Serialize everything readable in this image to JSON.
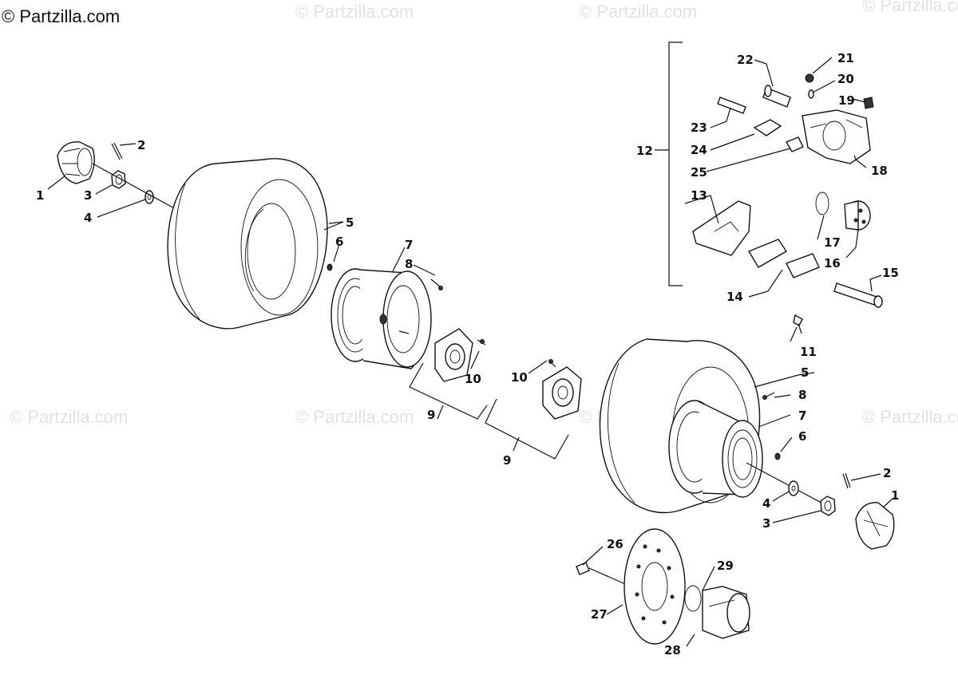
{
  "copyright": "© Partzilla.com",
  "watermark": "© Partzilla.com",
  "callouts": [
    {
      "id": "c1a",
      "text": "1"
    },
    {
      "id": "c2a",
      "text": "2"
    },
    {
      "id": "c3a",
      "text": "3"
    },
    {
      "id": "c4a",
      "text": "4"
    },
    {
      "id": "c5a",
      "text": "5"
    },
    {
      "id": "c6a",
      "text": "6"
    },
    {
      "id": "c7a",
      "text": "7"
    },
    {
      "id": "c8a",
      "text": "8"
    },
    {
      "id": "c9a",
      "text": "9"
    },
    {
      "id": "c10a",
      "text": "10"
    },
    {
      "id": "c10b",
      "text": "10"
    },
    {
      "id": "c9b",
      "text": "9"
    },
    {
      "id": "c11",
      "text": "11"
    },
    {
      "id": "c5b",
      "text": "5"
    },
    {
      "id": "c8b",
      "text": "8"
    },
    {
      "id": "c7b",
      "text": "7"
    },
    {
      "id": "c6b",
      "text": "6"
    },
    {
      "id": "c2b",
      "text": "2"
    },
    {
      "id": "c1b",
      "text": "1"
    },
    {
      "id": "c4b",
      "text": "4"
    },
    {
      "id": "c3b",
      "text": "3"
    },
    {
      "id": "c12",
      "text": "12"
    },
    {
      "id": "c13",
      "text": "13"
    },
    {
      "id": "c14",
      "text": "14"
    },
    {
      "id": "c15",
      "text": "15"
    },
    {
      "id": "c16",
      "text": "16"
    },
    {
      "id": "c17",
      "text": "17"
    },
    {
      "id": "c18",
      "text": "18"
    },
    {
      "id": "c19",
      "text": "19"
    },
    {
      "id": "c20",
      "text": "20"
    },
    {
      "id": "c21",
      "text": "21"
    },
    {
      "id": "c22",
      "text": "22"
    },
    {
      "id": "c23",
      "text": "23"
    },
    {
      "id": "c24",
      "text": "24"
    },
    {
      "id": "c25",
      "text": "25"
    },
    {
      "id": "c26",
      "text": "26"
    },
    {
      "id": "c27",
      "text": "27"
    },
    {
      "id": "c28",
      "text": "28"
    },
    {
      "id": "c29",
      "text": "29"
    }
  ]
}
